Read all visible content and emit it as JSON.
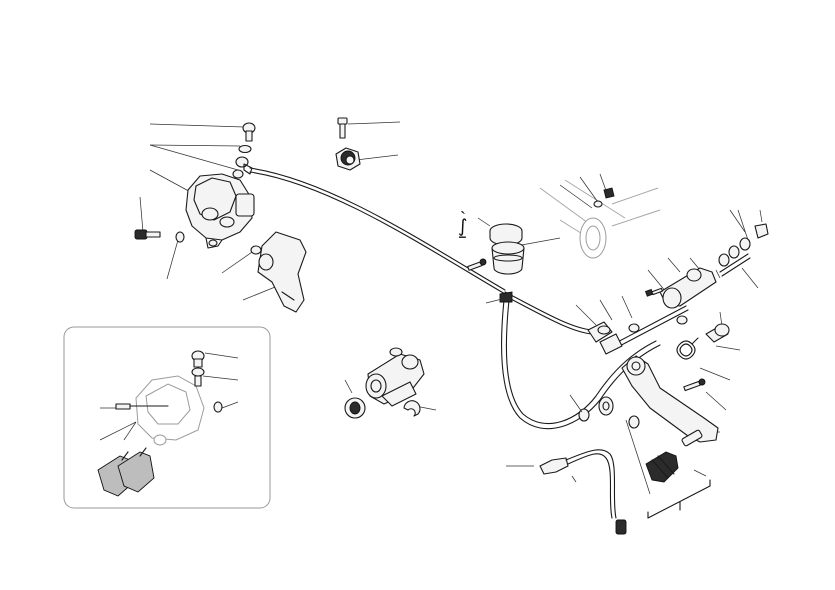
{
  "diagram": {
    "background": "#ffffff",
    "ink_color": "#1a1a1a",
    "glyphs": [
      "⨜",
      "ˎ"
    ]
  },
  "parts": [
    "front-brake-caliper",
    "caliper-bracket",
    "bleed-screw",
    "brake-hose",
    "hose-clamp",
    "fluid-reservoir",
    "reservoir-cap",
    "master-cylinder",
    "brake-pedal",
    "return-spring",
    "dust-boot",
    "brake-light-switch",
    "caliper-detail-inset",
    "brake-pads"
  ]
}
